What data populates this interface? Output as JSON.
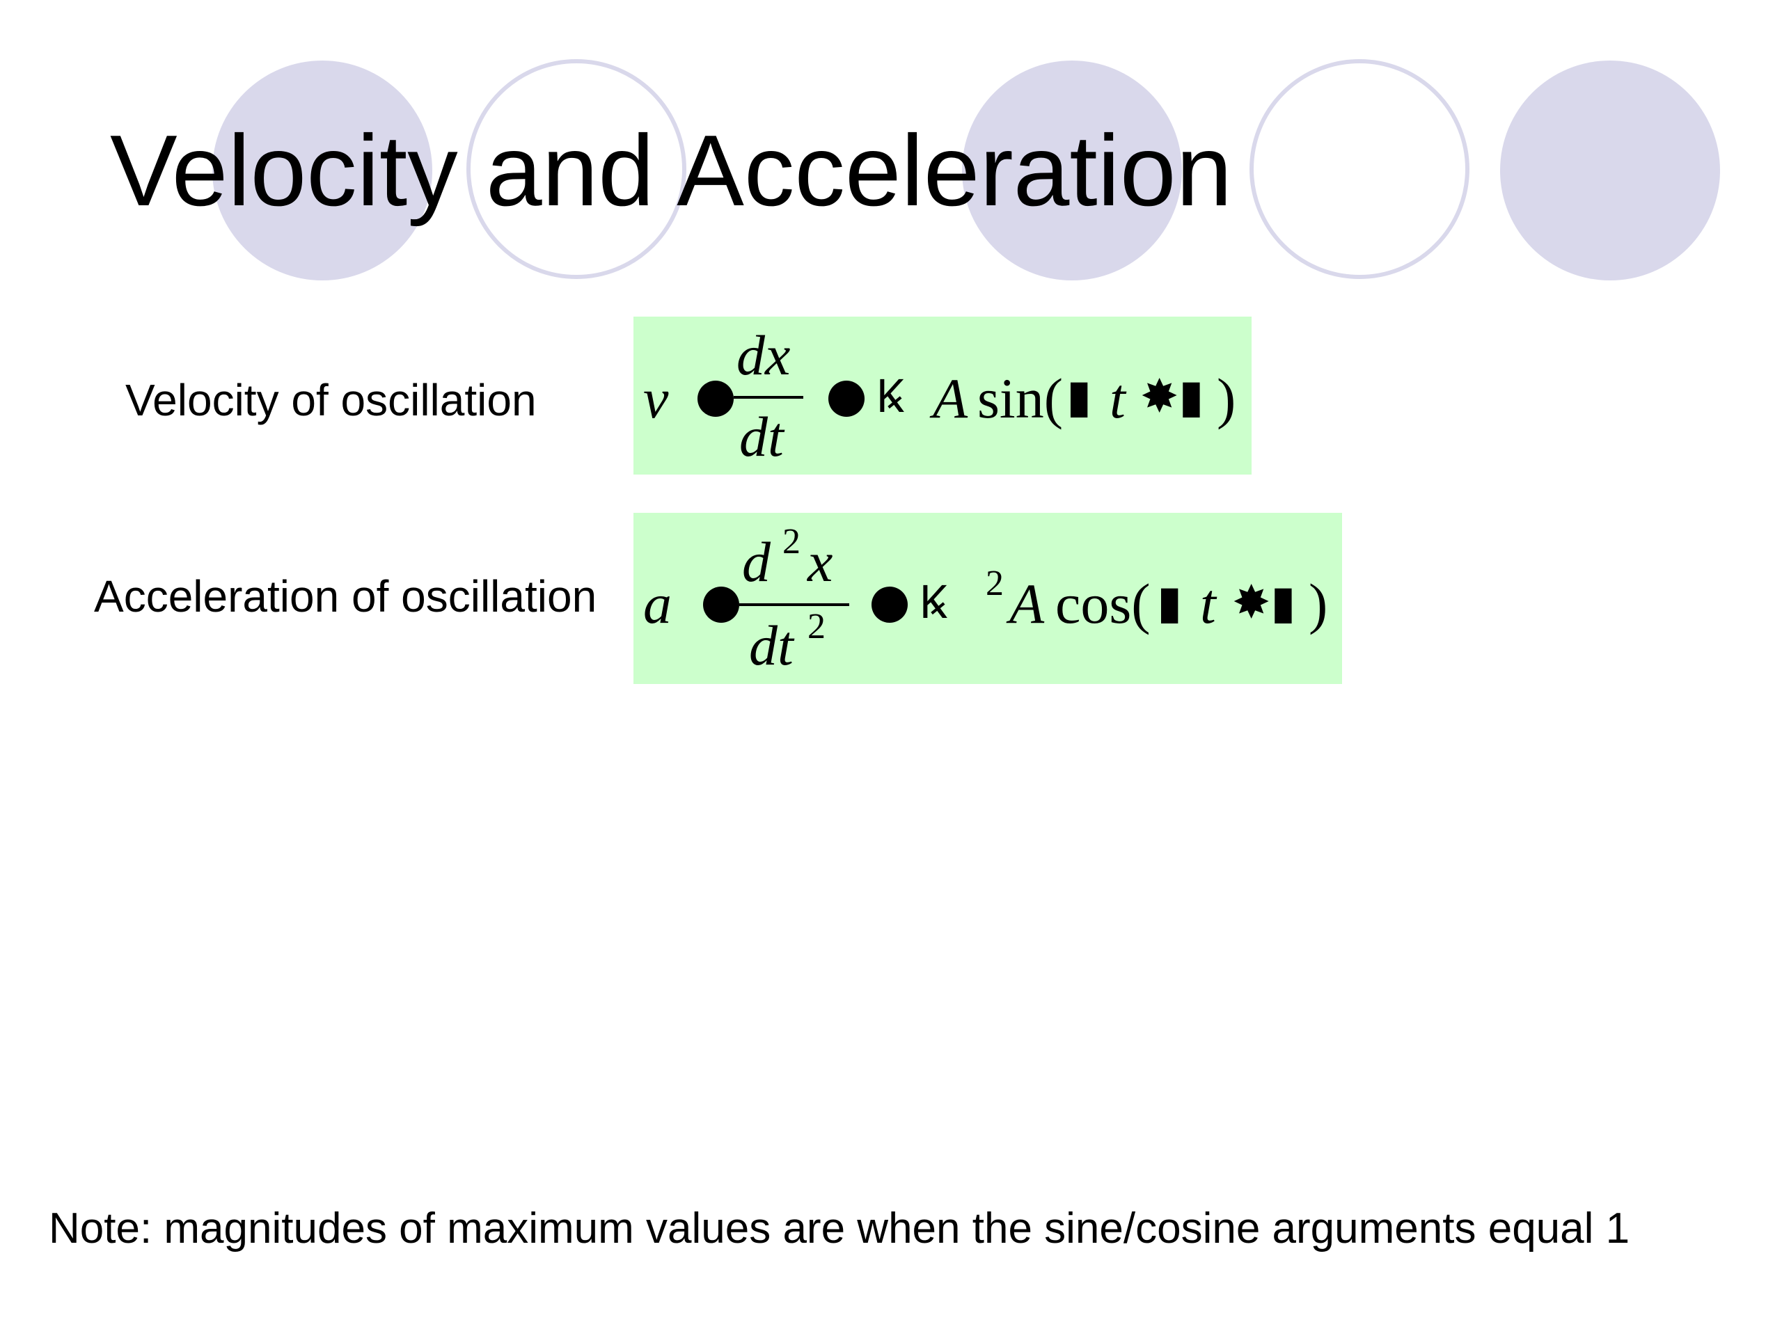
{
  "slide": {
    "title": "Velocity and Acceleration",
    "note": "Note: magnitudes of maximum values are when the sine/cosine arguments equal 1"
  },
  "velocity": {
    "label": "Velocity of oscillation",
    "v": "v",
    "numerator": "dx",
    "denominator": "dt",
    "glyph1": "Ꝃ",
    "amp": "A",
    "func": "sin(",
    "glyph2": "▮",
    "t": "t",
    "glyph3": "✸▮",
    "close": ")"
  },
  "acceleration": {
    "label": "Acceleration of oscillation",
    "a": "a",
    "numerator_d": "d",
    "numerator_exp": "2",
    "numerator_x": "x",
    "denominator_dt": "dt",
    "denominator_exp": "2",
    "glyph1": "Ꝃ",
    "omega_exp": "2",
    "amp": "A",
    "func": "cos(",
    "glyph2": "▮",
    "t": "t",
    "glyph3": "✸▮",
    "close": ")"
  },
  "colors": {
    "accent_circle": "#d9d8eb",
    "equation_background": "#ccffcc"
  }
}
